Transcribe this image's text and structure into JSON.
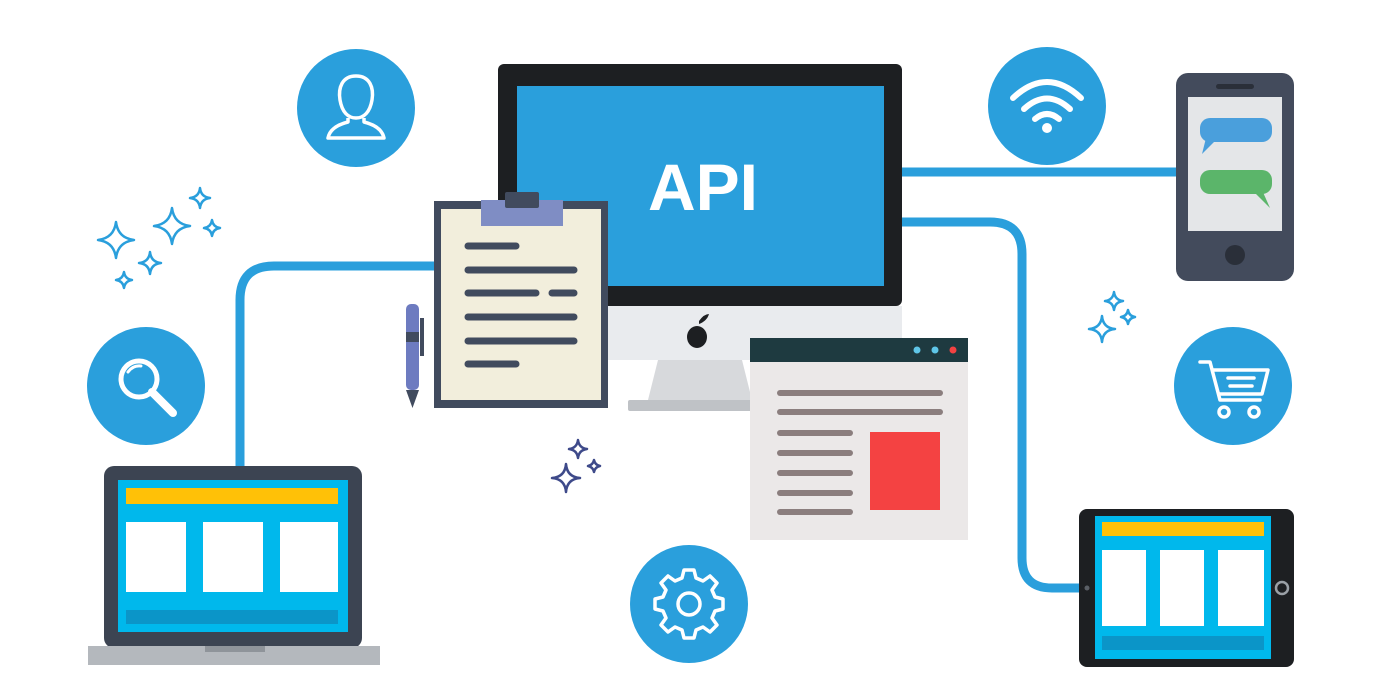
{
  "monitor": {
    "screen_text": "API",
    "brand_icon": "apple-logo-icon"
  },
  "icons": [
    "user-icon",
    "wifi-icon",
    "search-icon",
    "shopping-cart-icon",
    "gear-icon",
    "sparkle-icon"
  ],
  "devices": [
    "desktop-monitor",
    "laptop",
    "smartphone",
    "tablet",
    "clipboard-document",
    "browser-window"
  ],
  "colors": {
    "primary_blue": "#2a9fdc",
    "device_frame": "#3c4452",
    "laptop_screen": "#00b8ec",
    "header_yellow": "#ffc107",
    "browser_red": "#f44242",
    "chat_blue": "#4a9fdc",
    "chat_green": "#5bb56a",
    "browser_bar": "#1e3a40",
    "clipboard_paper": "#f2eedc",
    "clipboard_clip": "#7f8dc4"
  }
}
